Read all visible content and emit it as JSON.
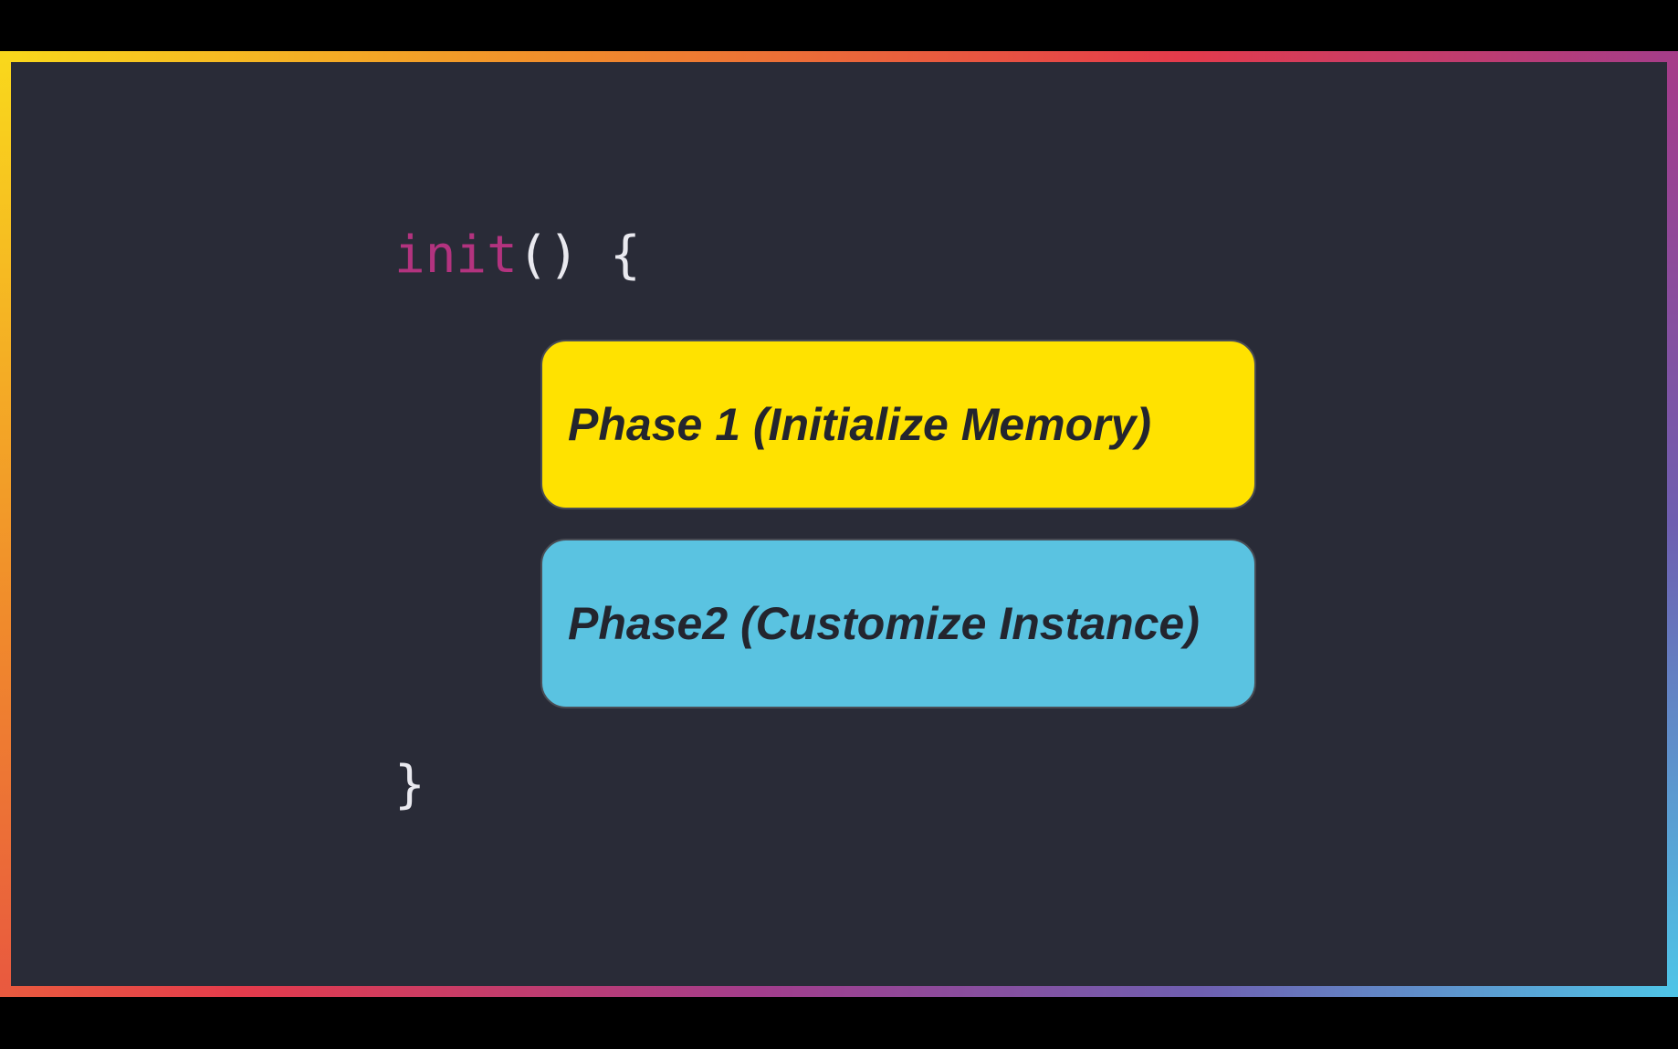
{
  "code": {
    "keyword": "init",
    "open_suffix": "() {",
    "close": "}"
  },
  "phases": [
    {
      "label": "Phase 1 (Initialize Memory)",
      "color": "#ffe200"
    },
    {
      "label": "Phase2 (Customize Instance)",
      "color": "#5ac3e1"
    }
  ],
  "colors": {
    "background": "#292b37",
    "keyword": "#b3337f",
    "text": "#e9e9ef",
    "label_text": "#23252e"
  }
}
